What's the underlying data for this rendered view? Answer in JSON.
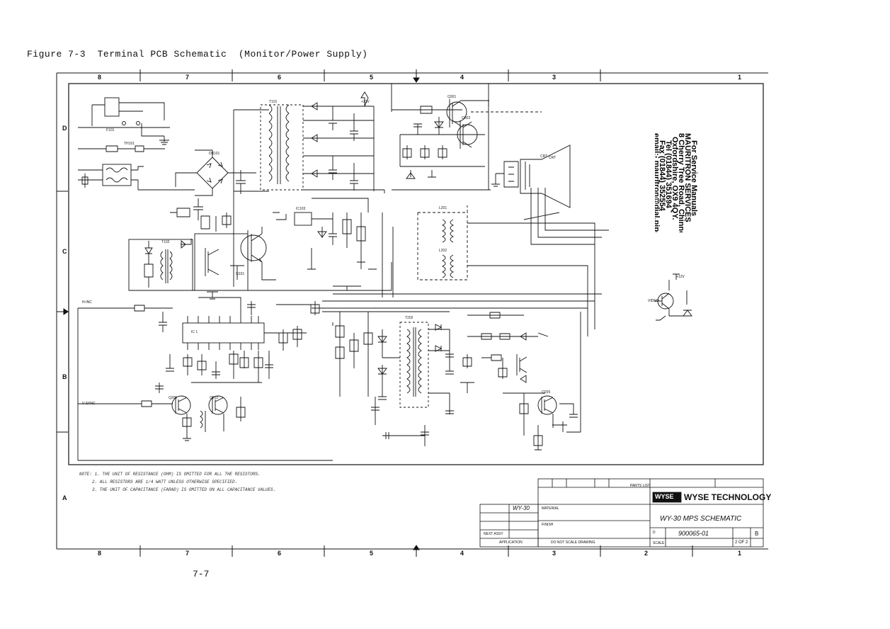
{
  "figure_title": "Figure 7-3  Terminal PCB Schematic  (Monitor/Power Supply)",
  "zones_top": [
    "8",
    "7",
    "6",
    "5",
    "4",
    "3",
    "1"
  ],
  "zones_bottom": [
    "8",
    "7",
    "6",
    "5",
    "4",
    "3",
    "2",
    "1"
  ],
  "rows": [
    "D",
    "C",
    "B",
    "A"
  ],
  "contact": {
    "line1": "For Service Manuals",
    "line2": "MAURITRON SERVICES",
    "line3": "8 Cherry Tree Road, Chinnor",
    "line4": "Oxfordshire, OX9 4QY.",
    "line5": "Tel (01844) 351694",
    "line6": "Fax (01844) 352554",
    "line7": "email:- mauritron@dial.pipex.com"
  },
  "signals": {
    "hnc": "H-INC",
    "vsync": "V-SYNC",
    "video": "VIDEO",
    "plus12": "+12V",
    "crt": "CRT"
  },
  "notes": [
    "NOTE: 1. THE UNIT OF RESISTANCE (OHM) IS OMITTED FOR ALL THE RESISTORS.",
    "2. ALL RESISTORS ARE 1/4 WATT UNLESS OTHERWISE SPECIFIED.",
    "3. THE UNIT OF CAPACITANCE (FARAD) IS OMITTED ON ALL CAPACITANCE VALUES."
  ],
  "title_block": {
    "company": "WYSE TECHNOLOGY",
    "logo": "WYSE",
    "title": "WY-30  MPS  SCHEMATIC",
    "dwg_no": "900065-01",
    "size": "D",
    "rev": "B",
    "sheet": "2 OF 2",
    "parts_list": "PARTS LIST",
    "application": "APPLICATION",
    "do_not_scale": "DO NOT SCALE DRAWING",
    "used_on": "WY-30",
    "next_assy": "NEXT ASSY",
    "material": "MATERIAL",
    "finish": "FINISH",
    "scale": "SCALE"
  },
  "page_number": "7-7"
}
